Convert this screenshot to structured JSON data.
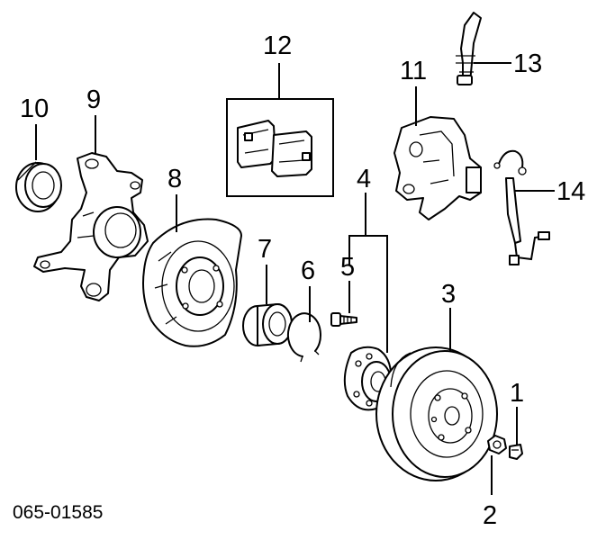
{
  "diagram": {
    "reference_code": "065-01585",
    "callouts": [
      {
        "id": "1",
        "label": "1",
        "part": "bolt"
      },
      {
        "id": "2",
        "label": "2",
        "part": "hub-nut"
      },
      {
        "id": "3",
        "label": "3",
        "part": "brake-disc"
      },
      {
        "id": "4",
        "label": "4",
        "part": "hub-assembly"
      },
      {
        "id": "5",
        "label": "5",
        "part": "hub-bolt"
      },
      {
        "id": "6",
        "label": "6",
        "part": "snap-ring"
      },
      {
        "id": "7",
        "label": "7",
        "part": "wheel-bearing"
      },
      {
        "id": "8",
        "label": "8",
        "part": "dust-cover"
      },
      {
        "id": "9",
        "label": "9",
        "part": "steering-knuckle"
      },
      {
        "id": "10",
        "label": "10",
        "part": "oil-seal"
      },
      {
        "id": "11",
        "label": "11",
        "part": "brake-caliper"
      },
      {
        "id": "12",
        "label": "12",
        "part": "brake-pad-kit"
      },
      {
        "id": "13",
        "label": "13",
        "part": "brake-hose"
      },
      {
        "id": "14",
        "label": "14",
        "part": "pad-wear-sensor"
      }
    ]
  }
}
